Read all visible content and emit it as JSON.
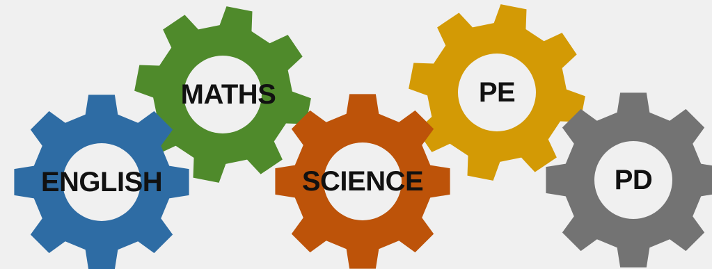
{
  "gears": [
    {
      "id": "english",
      "label": "ENGLISH",
      "color": "#2e6ca4"
    },
    {
      "id": "maths",
      "label": "MATHS",
      "color": "#4f8a2b"
    },
    {
      "id": "science",
      "label": "SCIENCE",
      "color": "#bd5309"
    },
    {
      "id": "pe",
      "label": "PE",
      "color": "#d39a05"
    },
    {
      "id": "pd",
      "label": "PD",
      "color": "#737373"
    }
  ]
}
